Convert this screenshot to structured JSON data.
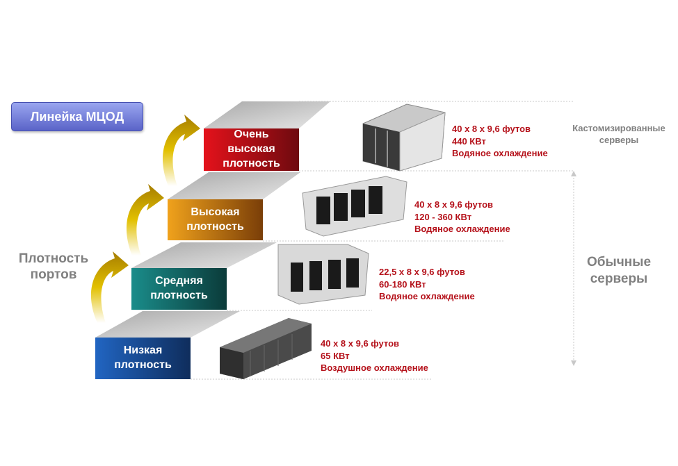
{
  "title": "Линейка МЦОД",
  "side_labels": {
    "left": [
      "Плотность",
      "портов"
    ],
    "right_top": [
      "Кастомизированные",
      "серверы"
    ],
    "right_bottom": [
      "Обычные",
      "серверы"
    ]
  },
  "levels": [
    {
      "name": [
        "Очень",
        "высокая",
        "плотность"
      ],
      "color": "#c8102e",
      "specs": [
        "40 x 8 x 9,6 футов",
        "440 КВт",
        "Водяное охлаждение"
      ],
      "image": "container-rack-icon"
    },
    {
      "name": [
        "Высокая",
        "плотность"
      ],
      "color": "#e58a0a",
      "specs": [
        "40 x 8 x 9,6 футов",
        "120 - 360 КВт",
        "Водяное охлаждение"
      ],
      "image": "container-rack-icon"
    },
    {
      "name": [
        "Средняя",
        "плотность"
      ],
      "color": "#127a78",
      "specs": [
        "22,5 x 8 x 9,6 футов",
        "60-180 КВт",
        "Водяное охлаждение"
      ],
      "image": "container-rack-icon"
    },
    {
      "name": [
        "Низкая",
        "плотность"
      ],
      "color": "#1d55a6",
      "specs": [
        "40 x 8 x 9,6 футов",
        "65 КВт",
        "Воздушное охлаждение"
      ],
      "image": "shipping-container-icon"
    }
  ]
}
